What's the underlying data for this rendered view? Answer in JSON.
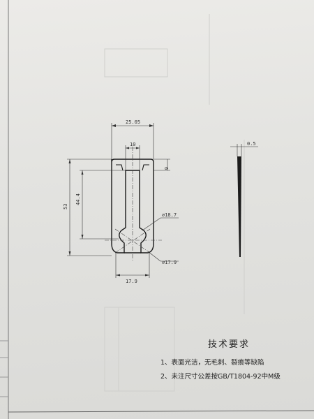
{
  "drawing": {
    "dimensions": {
      "top_width": "25.05",
      "slot_width": "10",
      "lip_height": "6",
      "total_height": "53",
      "inner_height": "44.4",
      "circle_dia": "⌀18.7",
      "bottom_width": "17.9",
      "outer_circle_dia": "⌀17.9",
      "thickness": "0.5"
    }
  },
  "notes": {
    "title": "技术要求",
    "items": [
      "1、表面光洁，无毛刺、裂痕等缺陷",
      "2、未注尺寸公差按GB/T1804-92中M级"
    ]
  }
}
